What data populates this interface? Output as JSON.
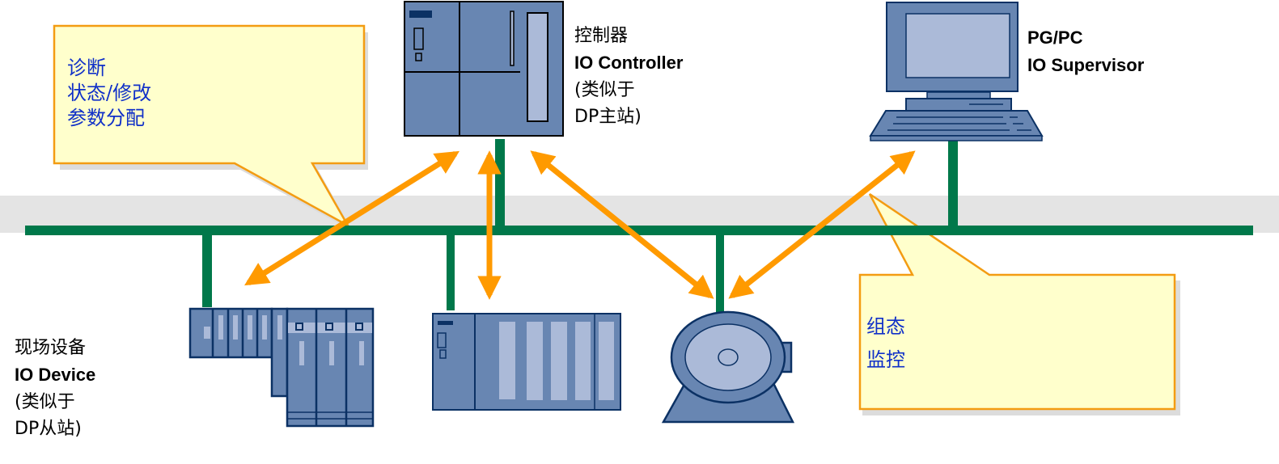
{
  "diagram": {
    "title": "PROFINET IO system overview",
    "colors": {
      "bus": "#00784a",
      "bus_band": "#e4e4e4",
      "arrow": "#ff9a00",
      "device_fill": "#6886b2",
      "device_light": "#abbad8",
      "device_stroke": "#0b3164",
      "callout_fill": "#ffffcc",
      "callout_border": "#f39c12",
      "callout_text": "#1030c8"
    },
    "nodes": {
      "controller": {
        "lines": [
          "控制器",
          "IO Controller",
          "(类似于",
          "DP主站)"
        ],
        "icon": "plc-controller-icon"
      },
      "supervisor": {
        "lines": [
          "PG/PC",
          "IO Supervisor"
        ],
        "icon": "computer-icon"
      },
      "device": {
        "lines": [
          "现场设备",
          "IO Device",
          "(类似于",
          "DP从站)"
        ],
        "icon": "io-device-rack-icon"
      },
      "rack": {
        "icon": "plc-rack-icon"
      },
      "drive": {
        "icon": "motor-icon"
      }
    },
    "callouts": [
      {
        "id": "diagnostics",
        "lines": [
          "诊断",
          "状态/修改",
          "参数分配"
        ]
      },
      {
        "id": "monitoring",
        "lines": [
          "组态",
          "监控"
        ]
      }
    ],
    "connections": [
      {
        "from": "controller",
        "to": "device",
        "type": "bidirectional"
      },
      {
        "from": "controller",
        "to": "rack",
        "type": "bidirectional"
      },
      {
        "from": "controller",
        "to": "drive",
        "type": "bidirectional"
      },
      {
        "from": "supervisor",
        "to": "drive",
        "type": "bidirectional"
      }
    ]
  }
}
